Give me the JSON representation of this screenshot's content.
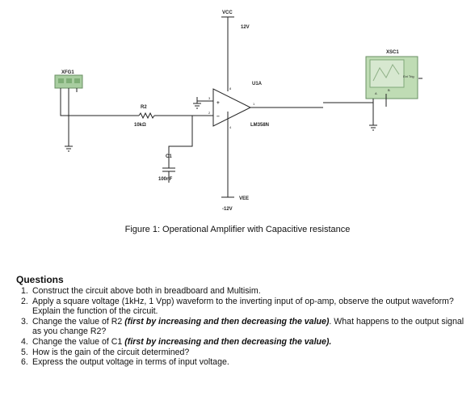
{
  "schematic": {
    "vcc_label": "VCC",
    "vcc_value": "12V",
    "vee_label": "VEE",
    "vee_value": "-12V",
    "opamp_label": "U1A",
    "opamp_part": "LM358N",
    "fgen_label": "XFG1",
    "scope_label": "XSC1",
    "scope_trigger": "Ext Trig",
    "r2_label": "R2",
    "r2_value": "10kΩ",
    "c1_label": "C1",
    "c1_value": "100nF",
    "pin_labels": [
      "3",
      "2",
      "4",
      "8",
      "1",
      "A",
      "B"
    ]
  },
  "caption": "Figure 1: Operational Amplifier with Capacitive resistance",
  "questions_title": "Questions",
  "questions": [
    {
      "num": "1.",
      "text": "Construct the circuit above both in breadboard and Multisim."
    },
    {
      "num": "2.",
      "text": "Apply a square voltage (1kHz, 1 Vpp) waveform to the inverting input of op-amp, observe the output waveform? Explain the function of the circuit."
    },
    {
      "num": "3.",
      "pre": "Change the value of R2 ",
      "em": "(first by increasing and then decreasing the value)",
      "post": ". What happens to the output signal as you change R2?"
    },
    {
      "num": "4.",
      "pre": "Change the value of C1 ",
      "em": "(first by increasing and then decreasing the value).",
      "post": ""
    },
    {
      "num": "5.",
      "text": "How is the gain of the circuit determined?"
    },
    {
      "num": "6.",
      "text": "Express the output voltage in terms of input voltage."
    }
  ]
}
